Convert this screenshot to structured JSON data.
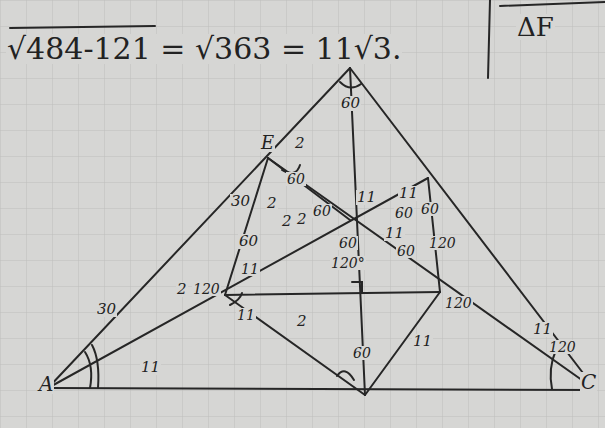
{
  "diagram": {
    "labels": [
      "√484-121 = √363 = 11√3.",
      "ΔF",
      "A",
      "C",
      "E",
      "60",
      "30",
      "2",
      "60",
      "2",
      "2",
      "60",
      "2",
      "60",
      "11",
      "60",
      "11",
      "60",
      "60",
      "120°",
      "11",
      "60",
      "120",
      "120",
      "11",
      "30",
      "2",
      "120",
      "11",
      "11",
      "2",
      "60",
      "11",
      "120",
      "11"
    ]
  }
}
